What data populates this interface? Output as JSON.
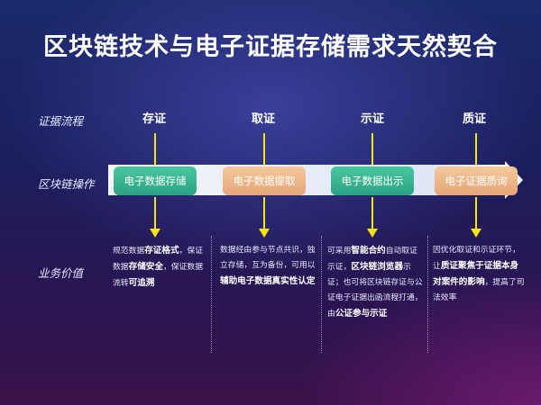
{
  "title": "区块链技术与电子证据存储需求天然契合",
  "row_labels": {
    "process": "证据流程",
    "blockchain": "区块链操作",
    "business": "业务价值"
  },
  "stages": [
    {
      "title": "存证",
      "operation": "电子数据存储",
      "color": "#2aa383",
      "description_parts": [
        {
          "text": "规范数据",
          "bold": false
        },
        {
          "text": "存证格式",
          "bold": true
        },
        {
          "text": "，",
          "bold": false
        },
        {
          "text": "保证数据",
          "bold": false
        },
        {
          "text": "存储安全",
          "bold": true
        },
        {
          "text": "，",
          "bold": false
        },
        {
          "text": "保证数据流转",
          "bold": false
        },
        {
          "text": "可追溯",
          "bold": true
        }
      ]
    },
    {
      "title": "取证",
      "operation": "电子数据提取",
      "color": "#e6a577",
      "description_parts": [
        {
          "text": "数据经由参与节点共识，独立存储，互为备份，可用以",
          "bold": false
        },
        {
          "text": "辅助电子数据真实性认定",
          "bold": true
        }
      ]
    },
    {
      "title": "示证",
      "operation": "电子数据出示",
      "color": "#2aa383",
      "description_parts": [
        {
          "text": "可采用",
          "bold": false
        },
        {
          "text": "智能合约",
          "bold": true
        },
        {
          "text": "自动取证示证，",
          "bold": false
        },
        {
          "text": "区块链浏览器",
          "bold": true
        },
        {
          "text": "示证；也可将区块链存证与公证电子证据出函流程打通，由",
          "bold": false
        },
        {
          "text": "公证参与示证",
          "bold": true
        }
      ]
    },
    {
      "title": "质证",
      "operation": "电子证据质询",
      "color": "#e6a577",
      "description_parts": [
        {
          "text": "因优化取证和示证环节，让",
          "bold": false
        },
        {
          "text": "质证聚焦于证据本身对案件的影响",
          "bold": true
        },
        {
          "text": "，提高了司法效率",
          "bold": false
        }
      ]
    }
  ]
}
